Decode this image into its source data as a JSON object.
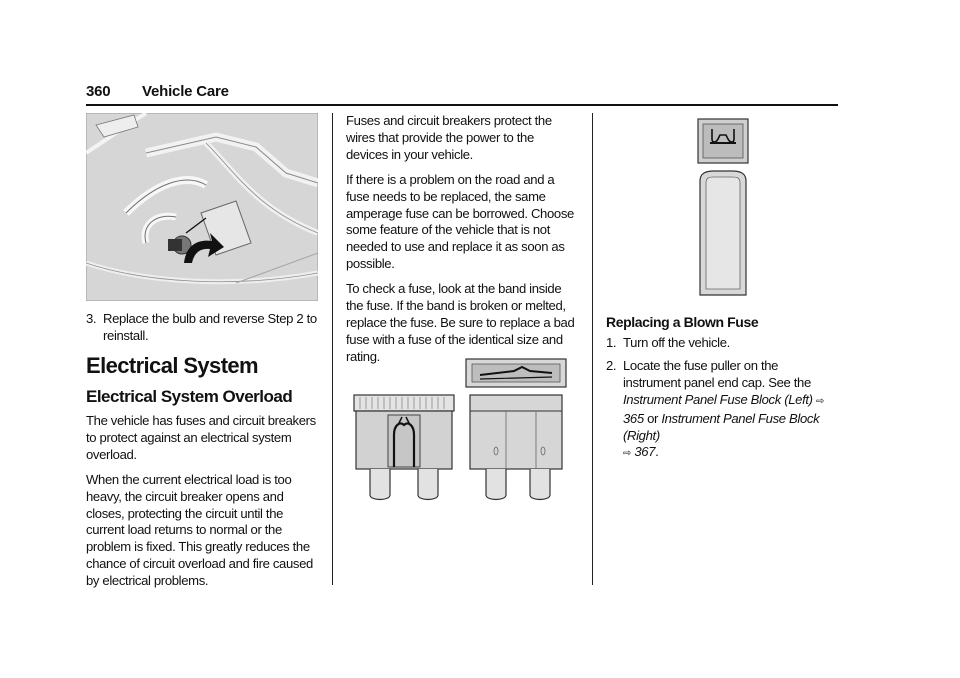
{
  "header": {
    "page_number": "360",
    "section_title": "Vehicle Care"
  },
  "left": {
    "step3": {
      "num": "3.",
      "text": "Replace the bulb and reverse Step 2 to reinstall."
    },
    "h1": "Electrical System",
    "h2": "Electrical System Overload",
    "p1": "The vehicle has fuses and circuit breakers to protect against an electrical system overload.",
    "p2": "When the current electrical load is too heavy, the circuit breaker opens and closes, protecting the circuit until the current load returns to normal or the problem is fixed. This greatly reduces the chance of circuit overload and fire caused by electrical problems."
  },
  "middle": {
    "p1": "Fuses and circuit breakers protect the wires that provide the power to the devices in your vehicle.",
    "p2": "If there is a problem on the road and a fuse needs to be replaced, the same amperage fuse can be borrowed. Choose some feature of the vehicle that is not needed to use and replace it as soon as possible.",
    "p3": "To check a fuse, look at the band inside the fuse. If the band is broken or melted, replace the fuse. Be sure to replace a bad fuse with a fuse of the identical size and rating."
  },
  "right": {
    "h3": "Replacing a Blown Fuse",
    "step1": {
      "num": "1.",
      "text": "Turn off the vehicle."
    },
    "step2": {
      "num": "2.",
      "text_a": "Locate the fuse puller on the instrument panel end cap. See the ",
      "ref1": "Instrument Panel Fuse Block (Left)",
      "ref1_page": "365",
      "or": " or ",
      "ref2": "Instrument Panel Fuse Block (Right)",
      "ref2_page": "367",
      "ref_arrow": "⇨"
    }
  },
  "colors": {
    "text": "#111111",
    "illustration_fill": "#d4d4d4",
    "illustration_stroke": "#333333"
  }
}
